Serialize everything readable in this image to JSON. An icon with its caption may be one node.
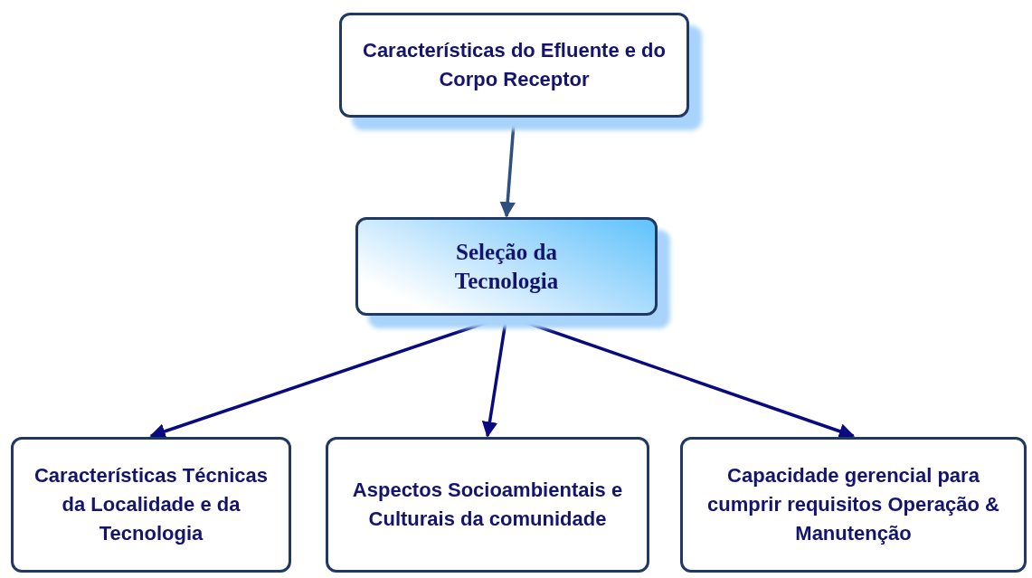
{
  "diagram": {
    "nodes": [
      {
        "text": [
          "Características do Efluente e do Corpo Receptor"
        ]
      },
      {
        "text": [
          "Seleção da Tecnologia"
        ]
      },
      {
        "text": [
          "Características Técnicas da Localidade e da Tecnologia"
        ]
      },
      {
        "text": [
          "Aspectos Socioambientais e Culturais da comunidade"
        ]
      },
      {
        "text": [
          "Capacidade gerencial para cumprir requisitos Operação & Manutenção"
        ]
      }
    ],
    "edges": [
      {
        "from": 0,
        "to": 1,
        "arrow": "to",
        "color": "#2f4f7f"
      },
      {
        "from": 1,
        "to": 2,
        "arrow": "to"
      },
      {
        "from": 1,
        "to": 3,
        "arrow": "to"
      },
      {
        "from": 1,
        "to": 4,
        "arrow": "to"
      }
    ]
  }
}
